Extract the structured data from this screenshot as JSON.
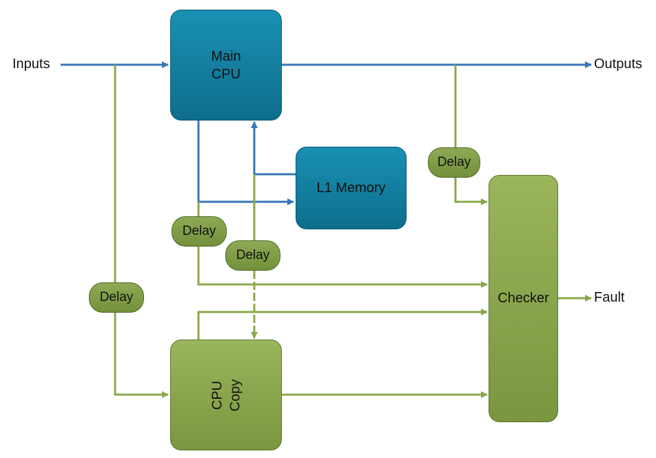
{
  "labels": {
    "inputs": "Inputs",
    "outputs": "Outputs",
    "fault": "Fault"
  },
  "blocks": {
    "main_cpu": [
      "Main",
      "CPU"
    ],
    "l1_memory": "L1 Memory",
    "checker": "Checker",
    "cpu_copy": [
      "CPU",
      "Copy"
    ]
  },
  "delays": {
    "output_delay": "Delay",
    "cpu_to_checker_delay": "Delay",
    "memory_delay": "Delay",
    "input_delay": "Delay"
  },
  "colors": {
    "blue_line": "#3a76b5",
    "green_line": "#8aa84a",
    "blue_block": "#1383a6",
    "green_block": "#8aa84a"
  }
}
